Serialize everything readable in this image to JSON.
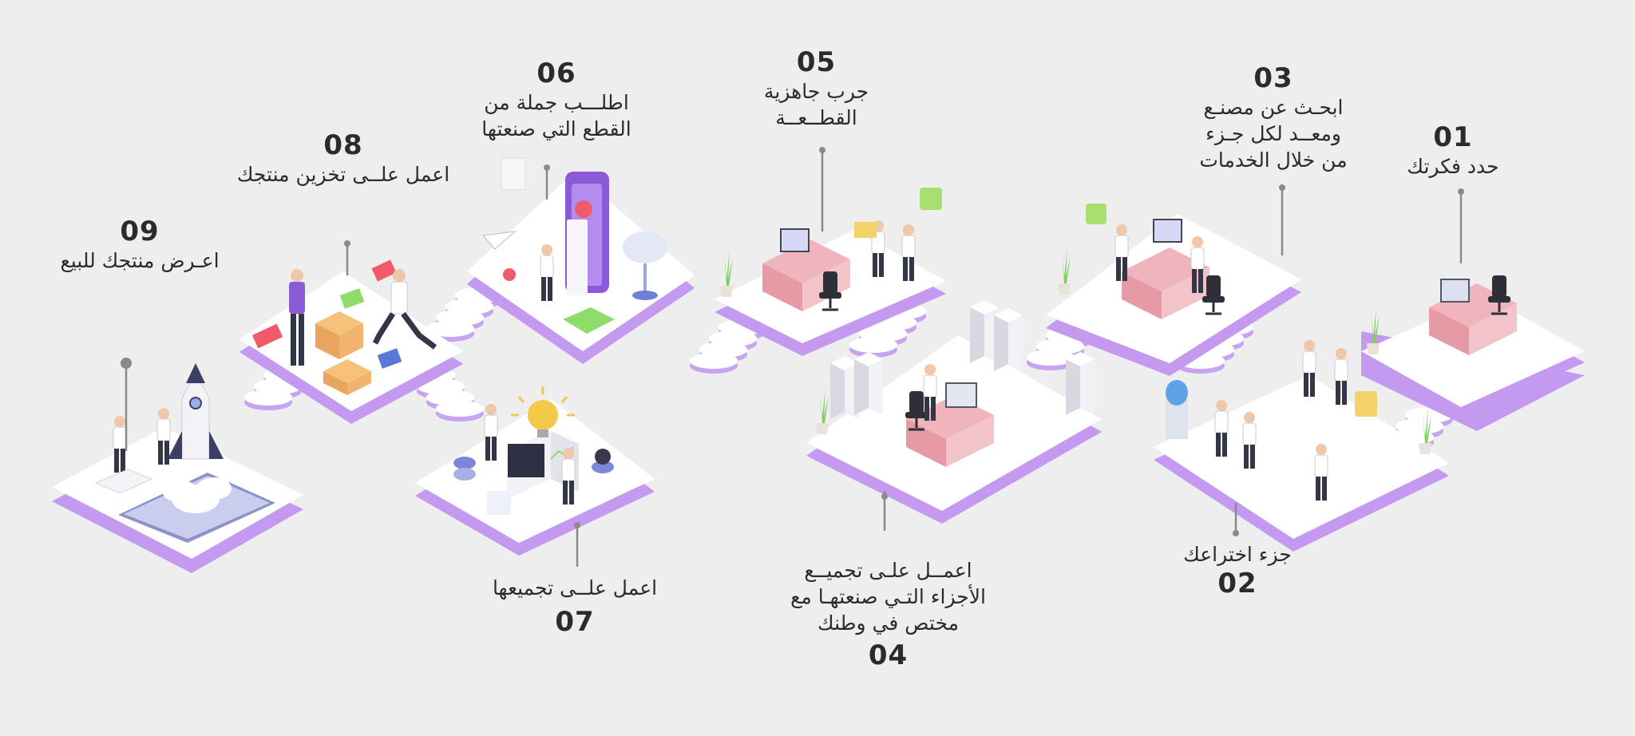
{
  "colors": {
    "background": "#eeeeee",
    "platform_top": "#ffffff",
    "platform_side": "#c39af0",
    "connector": "#8a8a8a",
    "desk": "#e8a0aa",
    "accent_purple": "#8b5ad6",
    "accent_green": "#a8e070"
  },
  "steps": [
    {
      "id": "01",
      "number": "01",
      "text": "حدد فكرتك"
    },
    {
      "id": "02",
      "number": "02",
      "text": "جزء اختراعك"
    },
    {
      "id": "03",
      "number": "03",
      "text": "ابحـث عن مصنـع ومعــد لكل جـزء من خلال الخدمات"
    },
    {
      "id": "04",
      "number": "04",
      "text": "اعمــل علـى تجميــع الأجزاء التـي صنعتهـا مع مختص في وطنك"
    },
    {
      "id": "05",
      "number": "05",
      "text": "جرب جاهزية القطــعــة"
    },
    {
      "id": "06",
      "number": "06",
      "text": "اطلـــب جملة من القطع التي صنعتها"
    },
    {
      "id": "07",
      "number": "07",
      "text": "اعمل علــى تجميعها"
    },
    {
      "id": "08",
      "number": "08",
      "text": "اعمل علــى تخزين منتجك"
    },
    {
      "id": "09",
      "number": "09",
      "text": "اعـرض منتجك للبيع"
    }
  ]
}
